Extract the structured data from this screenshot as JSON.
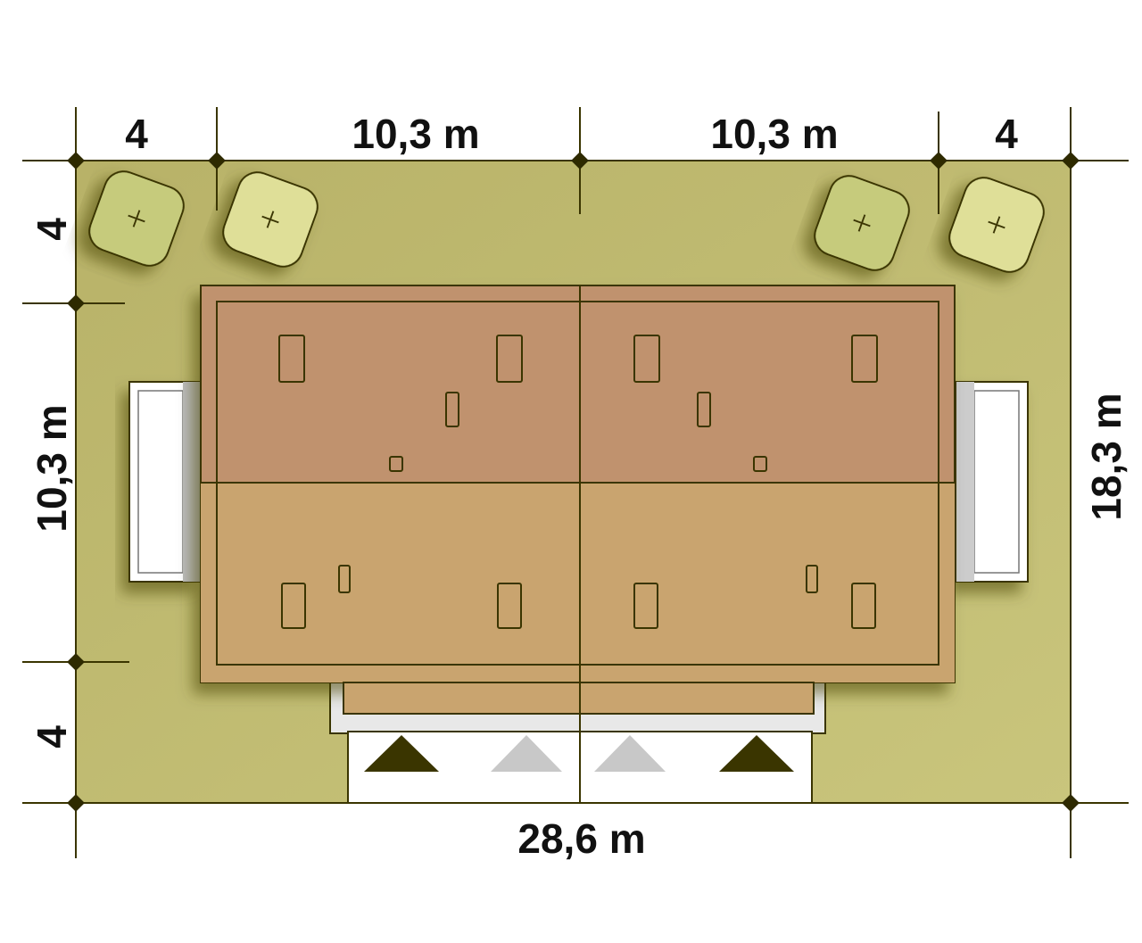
{
  "title": "Site plan",
  "dimensions": {
    "top_left_setback": "4",
    "top_left_unit_width": "10,3 m",
    "top_right_unit_width": "10,3 m",
    "top_right_setback": "4",
    "left_top_setback": "4",
    "left_building_depth": "10,3 m",
    "left_bottom_setback": "4",
    "right_total_depth": "18,3 m",
    "bottom_total_width": "28,6 m"
  },
  "colors": {
    "plot": "#bdb86c",
    "roof_back": "#c0926e",
    "roof_front": "#c9a46f",
    "line": "#3a3500",
    "tree_a": "#c6cb7c",
    "tree_b": "#dfdf98"
  }
}
